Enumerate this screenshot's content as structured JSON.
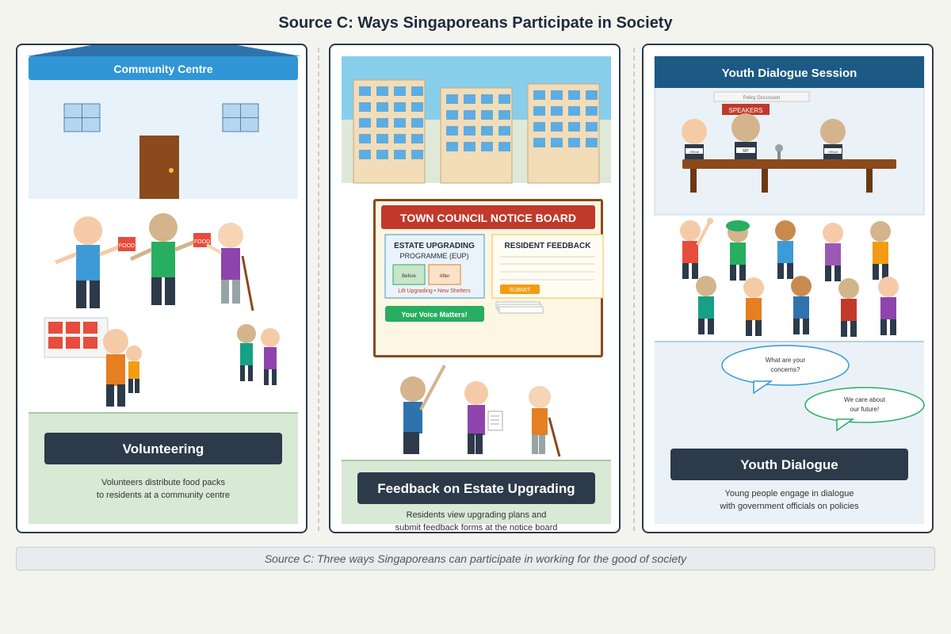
{
  "title": "Source C: Ways Singaporeans Participate in Society",
  "panels": [
    {
      "banner": "Community Centre",
      "food_labels": [
        "FOOD",
        "FOOD"
      ],
      "caption_title": "Volunteering",
      "caption_lines": [
        "Volunteers distribute food packs",
        "to residents at a community centre"
      ]
    },
    {
      "board_title": "TOWN COUNCIL NOTICE BOARD",
      "upgrade_title": "ESTATE UPGRADING",
      "upgrade_subtitle": "PROGRAMME (EUP)",
      "before_label": "Before",
      "after_label": "After",
      "upgrade_note": "Lift Upgrading • New Shelters",
      "feedback_title": "RESIDENT FEEDBACK",
      "submit_label": "SUBMIT",
      "voice_label": "Your Voice Matters!",
      "caption_title": "Feedback on Estate Upgrading",
      "caption_lines": [
        "Residents view upgrading plans and",
        "submit feedback forms at the notice board"
      ]
    },
    {
      "banner": "Youth Dialogue Session",
      "policy_label": "Policy Discussion",
      "speakers_label": "SPEAKERS",
      "nameplates": [
        "Official",
        "MP",
        "Official"
      ],
      "bubble_left": [
        "What are your",
        "concerns?"
      ],
      "bubble_right": [
        "We care about",
        "our future!"
      ],
      "caption_title": "Youth Dialogue",
      "caption_lines": [
        "Young people engage in dialogue",
        "with government officials on policies"
      ]
    }
  ],
  "footer": "Source C: Three ways Singaporeans can participate in working for the good of society"
}
